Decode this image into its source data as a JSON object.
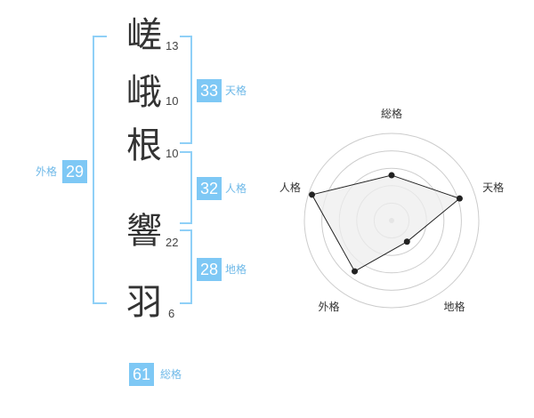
{
  "colors": {
    "accent": "#7ec8f5",
    "label": "#6fb9e8",
    "bracket": "#8fd0f7",
    "radar_fill": "#eeeeee",
    "radar_ring": "#cccccc",
    "text": "#333333"
  },
  "name": {
    "characters": [
      {
        "char": "嵯",
        "strokes": "13"
      },
      {
        "char": "峨",
        "strokes": "10"
      },
      {
        "char": "根",
        "strokes": "10"
      },
      {
        "char": "響",
        "strokes": "22"
      },
      {
        "char": "羽",
        "strokes": "6"
      }
    ]
  },
  "kakusu": {
    "tenkaku": {
      "value": "33",
      "label": "天格"
    },
    "jinkaku": {
      "value": "32",
      "label": "人格"
    },
    "chikaku": {
      "value": "28",
      "label": "地格"
    },
    "gaikaku": {
      "value": "29",
      "label": "外格"
    },
    "soukaku": {
      "value": "61",
      "label": "総格"
    }
  },
  "chart_data": {
    "type": "radar",
    "axes": [
      "総格",
      "天格",
      "地格",
      "外格",
      "人格"
    ],
    "values": [
      0.52,
      0.82,
      0.3,
      0.72,
      0.96
    ],
    "max": 1
  }
}
